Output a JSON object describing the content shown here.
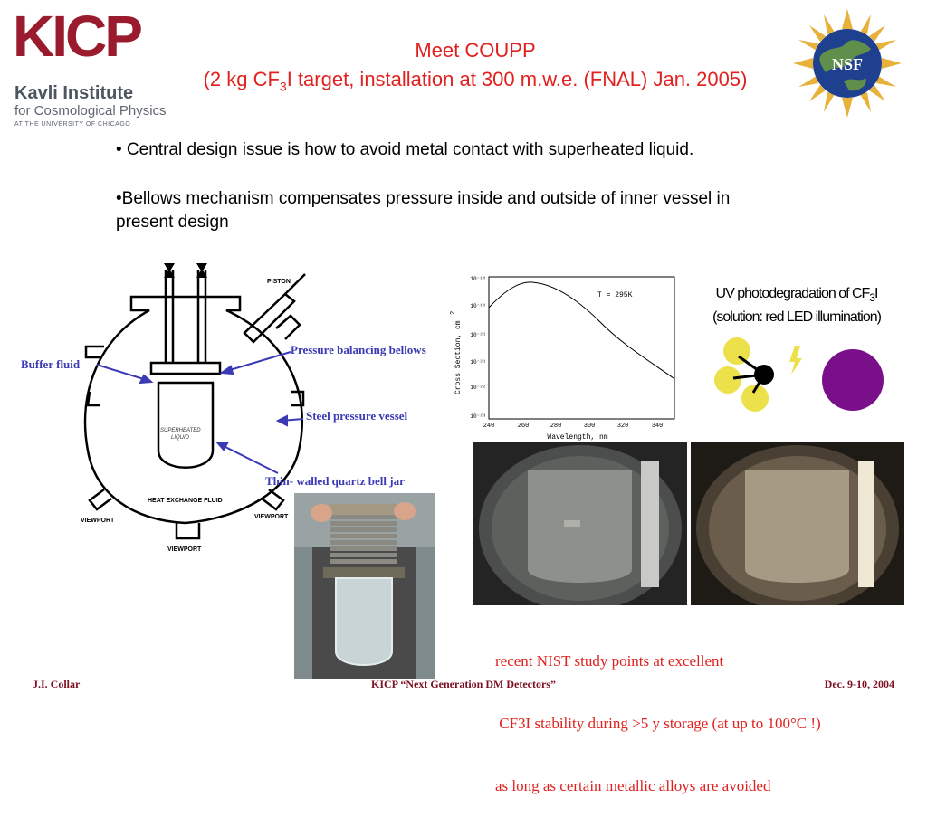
{
  "logo": {
    "main": "KICP",
    "line1": "Kavli Institute",
    "line2": "for Cosmological Physics",
    "line3": "AT THE UNIVERSITY OF CHICAGO",
    "color": "#9b1b2e"
  },
  "title": {
    "line1": "Meet COUPP",
    "line2_pre": "(2 kg CF",
    "line2_sub": "3",
    "line2_post": "I target, installation at 300 m.w.e. (FNAL) Jan. 2005)",
    "color": "#e0211f"
  },
  "nsf_label": "NSF",
  "bullets": [
    "• Central design issue is how to avoid metal contact with superheated liquid.",
    "•Bellows mechanism compensates pressure inside and outside of inner vessel in present design"
  ],
  "diagram": {
    "piston": "PISTON",
    "buffer_fluid": "Buffer fluid",
    "pressure_bellows": "Pressure balancing bellows",
    "steel_vessel": "Steel pressure vessel",
    "quartz_jar": "Thin- walled quartz bell jar",
    "superheated_1": "SUPERHEATED",
    "superheated_2": "LIQUID",
    "heat_exchange": "HEAT EXCHANGE FLUID",
    "viewport_left": "VIEWPORT",
    "viewport_right": "VIEWPORT",
    "viewport_bottom": "VIEWPORT"
  },
  "graph": {
    "ylabel": "Cross Section, cm",
    "ylabel_sup": "2",
    "xlabel": "Wavelength, nm",
    "temp_label": "T = 295K",
    "yticks": [
      "10⁻¹⁸",
      "10⁻¹⁹",
      "10⁻²¹",
      "10⁻²¹",
      "10⁻²²",
      "10⁻²³"
    ],
    "xticks": [
      "240",
      "260",
      "280",
      "300",
      "320",
      "340"
    ]
  },
  "uv": {
    "line1_pre": "UV photodegradation of CF",
    "line1_sub": "3",
    "line1_post": "I",
    "line2": "(solution: red LED illumination)"
  },
  "nist": [
    "recent NIST study points at excellent",
    " CF3I stability during >5 y storage (at up to 100°C !)",
    "as long as certain metallic alloys are avoided"
  ],
  "footer": {
    "left": "J.I. Collar",
    "center": "KICP “Next Generation DM Detectors”",
    "right": "Dec. 9-10, 2004"
  }
}
